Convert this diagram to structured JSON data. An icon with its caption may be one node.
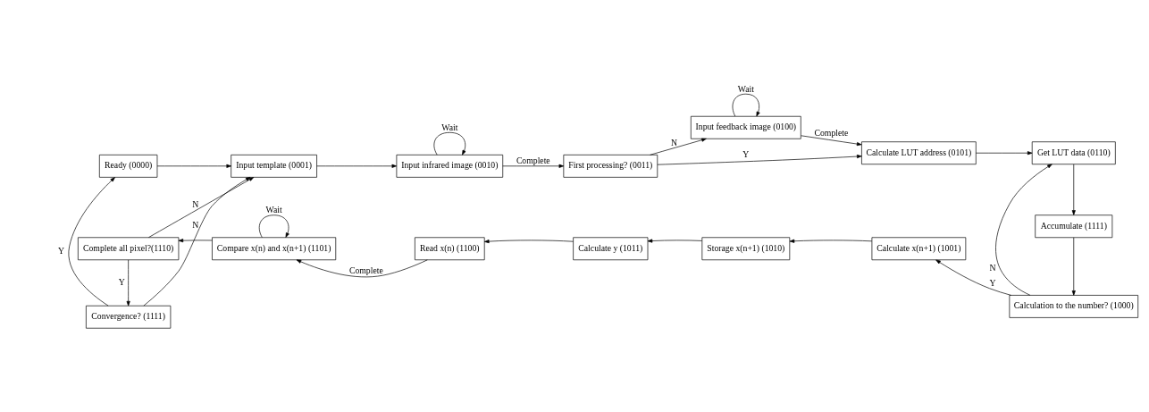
{
  "diagram": {
    "nodes": [
      {
        "text": [
          "Ready (0000)"
        ]
      },
      {
        "text": [
          "Input template (0001)"
        ]
      },
      {
        "text": [
          "Input infrared image (0010)"
        ]
      },
      {
        "text": [
          "First processing? (0011)"
        ]
      },
      {
        "text": [
          "Input feedback image (0100)"
        ]
      },
      {
        "text": [
          "Calculate LUT address (0101)"
        ]
      },
      {
        "text": [
          "Get LUT data (0110)"
        ]
      },
      {
        "text": [
          "Accumulate (1111)"
        ]
      },
      {
        "text": [
          "Calculation to the number? (1000)"
        ]
      },
      {
        "text": [
          "Calculate x(n+1) (1001)"
        ]
      },
      {
        "text": [
          "Storage x(n+1) (1010)"
        ]
      },
      {
        "text": [
          "Calculate y (1011)"
        ]
      },
      {
        "text": [
          "Read x(n) (1100)"
        ]
      },
      {
        "text": [
          "Compare x(n) and x(n+1) (1101)"
        ]
      },
      {
        "text": [
          "Complete all pixel?(1110)"
        ]
      },
      {
        "text": [
          "Convergence? (1111)"
        ]
      }
    ],
    "edges": [
      {
        "from": 0,
        "to": 1,
        "arrow": "to"
      },
      {
        "from": 1,
        "to": 2,
        "arrow": "to"
      },
      {
        "from": 2,
        "to": 2,
        "arrow": "to",
        "label": "Wait"
      },
      {
        "from": 2,
        "to": 3,
        "arrow": "to",
        "label": "Complete"
      },
      {
        "from": 3,
        "to": 4,
        "arrow": "to",
        "label": "N"
      },
      {
        "from": 4,
        "to": 4,
        "arrow": "to",
        "label": "Wait"
      },
      {
        "from": 4,
        "to": 5,
        "arrow": "to",
        "label": "Complete"
      },
      {
        "from": 3,
        "to": 5,
        "arrow": "to",
        "label": "Y"
      },
      {
        "from": 5,
        "to": 6,
        "arrow": "to"
      },
      {
        "from": 6,
        "to": 7,
        "arrow": "to"
      },
      {
        "from": 7,
        "to": 8,
        "arrow": "to"
      },
      {
        "from": 8,
        "to": 6,
        "arrow": "to",
        "label": "N"
      },
      {
        "from": 8,
        "to": 9,
        "arrow": "to",
        "label": "Y"
      },
      {
        "from": 9,
        "to": 10,
        "arrow": "to"
      },
      {
        "from": 10,
        "to": 11,
        "arrow": "to"
      },
      {
        "from": 11,
        "to": 12,
        "arrow": "to"
      },
      {
        "from": 12,
        "to": 13,
        "arrow": "to",
        "label": "Complete"
      },
      {
        "from": 13,
        "to": 13,
        "arrow": "to",
        "label": "Wait"
      },
      {
        "from": 13,
        "to": 14,
        "arrow": "to"
      },
      {
        "from": 14,
        "to": 15,
        "arrow": "to",
        "label": "Y"
      },
      {
        "from": 15,
        "to": 0,
        "arrow": "to",
        "label": "Y"
      },
      {
        "from": 15,
        "to": 1,
        "arrow": "to",
        "label": "N"
      },
      {
        "from": 14,
        "to": 1,
        "arrow": "to",
        "label": "N"
      }
    ]
  }
}
